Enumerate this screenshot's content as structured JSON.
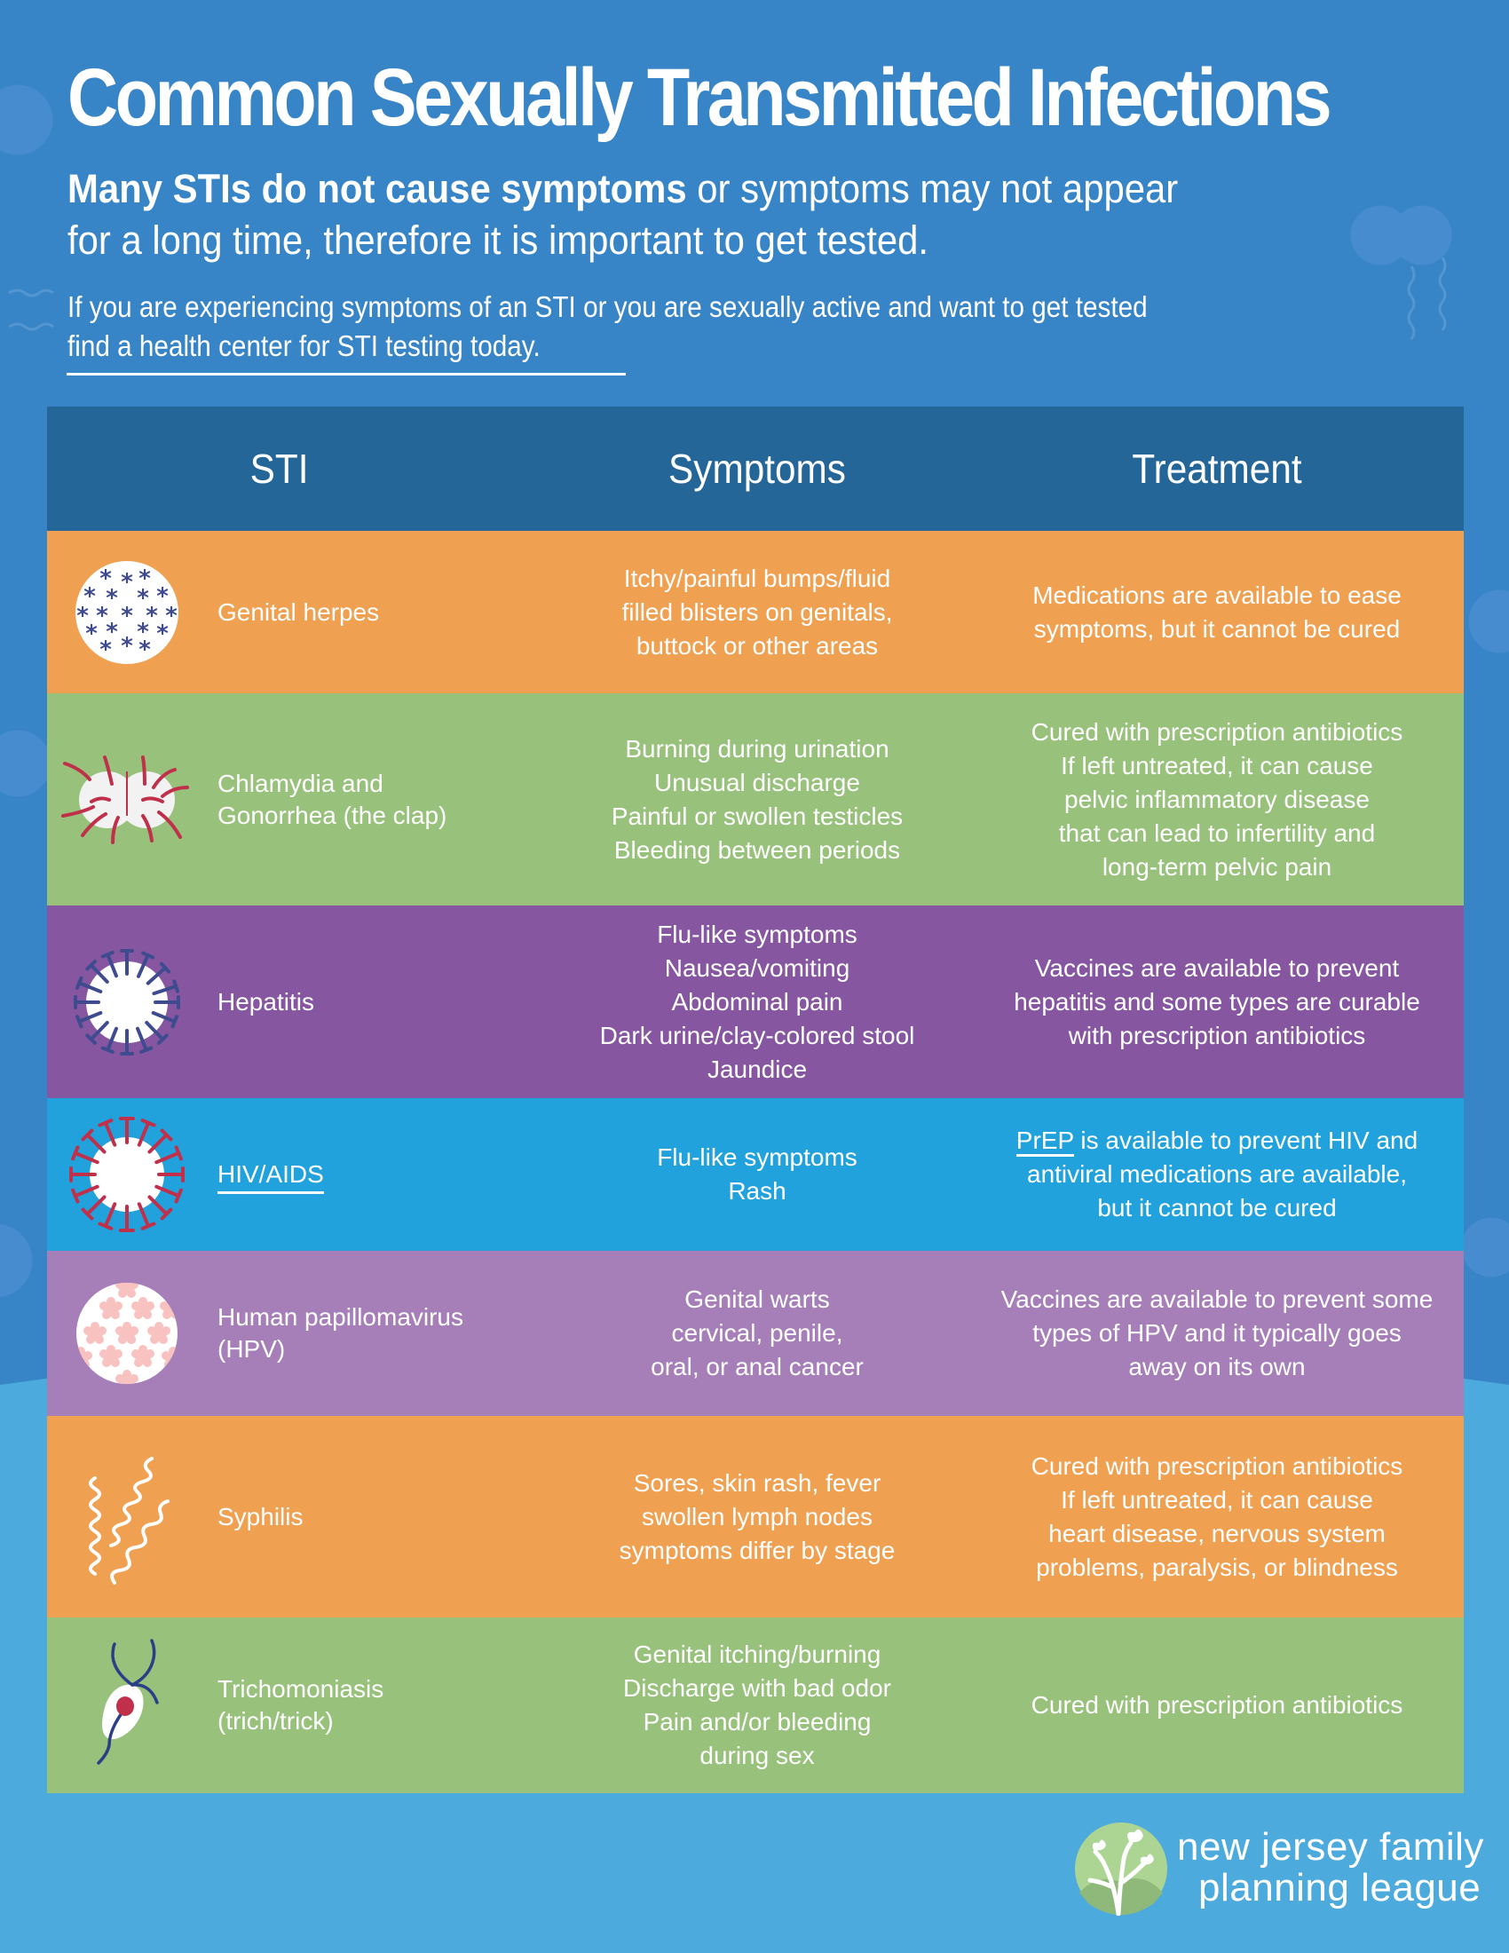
{
  "header": {
    "title": "Common Sexually Transmitted Infections",
    "subtitle_bold": "Many STIs do not cause symptoms",
    "subtitle_rest_line1": " or symptoms may not appear",
    "subtitle_line2": "for a long time, therefore it is important to get tested.",
    "intro_line1": "If you are experiencing symptoms of an STI or you are sexually active  and want to get tested",
    "intro_link": "find a health center for STI testing today."
  },
  "table": {
    "columns": [
      "STI",
      "Symptoms",
      "Treatment"
    ],
    "rows": [
      {
        "name": "Genital herpes",
        "icon": "herpes-virus-icon",
        "color": "#efa051",
        "symptoms": "Itchy/painful bumps/fluid\nfilled blisters on genitals,\nbuttock or other areas",
        "treatment": "Medications are available to ease\nsymptoms, but it cannot be cured"
      },
      {
        "name": "Chlamydia and\nGonorrhea (the clap)",
        "icon": "chlamydia-bacteria-icon",
        "color": "#98c17c",
        "symptoms": "Burning during urination\nUnusual discharge\nPainful or swollen testicles\nBleeding between periods",
        "treatment": "Cured with prescription antibiotics\nIf left untreated, it can cause\npelvic inflammatory disease\nthat can lead to infertility and\nlong-term pelvic pain"
      },
      {
        "name": "Hepatitis",
        "icon": "hepatitis-virus-icon",
        "color": "#8656a1",
        "symptoms": "Flu-like symptoms\nNausea/vomiting\nAbdominal pain\nDark urine/clay-colored stool\nJaundice",
        "treatment": "Vaccines are available to prevent\nhepatitis and some types are curable\nwith prescription antibiotics"
      },
      {
        "name": "HIV/AIDS",
        "icon": "hiv-virus-icon",
        "color": "#21a2dc",
        "symptoms": "Flu-like symptoms\nRash",
        "treatment_link": "PrEP",
        "treatment": " is available to prevent HIV and\nantiviral medications are available,\nbut it cannot be cured"
      },
      {
        "name": "Human papillomavirus\n(HPV)",
        "icon": "hpv-virus-icon",
        "color": "#a67fb8",
        "symptoms": "Genital warts\ncervical, penile,\noral, or anal cancer",
        "treatment": "Vaccines are available to prevent some\ntypes of HPV and it typically goes\naway on its own"
      },
      {
        "name": "Syphilis",
        "icon": "syphilis-spirochete-icon",
        "color": "#efa051",
        "symptoms": "Sores, skin rash, fever\nswollen lymph nodes\nsymptoms differ by stage",
        "treatment": "Cured with prescription antibiotics\nIf left untreated, it can cause\nheart disease, nervous system\nproblems, paralysis, or blindness"
      },
      {
        "name": "Trichomoniasis\n(trich/trick)",
        "icon": "trichomonas-parasite-icon",
        "color": "#98c17c",
        "symptoms": "Genital itching/burning\nDischarge with bad odor\nPain and/or bleeding\nduring sex",
        "treatment": "Cured with prescription antibiotics"
      }
    ]
  },
  "footer": {
    "logo_line1": "new jersey family",
    "logo_line2": "planning league"
  },
  "colors": {
    "background": "#3784c6",
    "background_light": "#4daadc",
    "header_row": "#246698",
    "orange": "#efa051",
    "green": "#98c17c",
    "purple": "#8656a1",
    "blue": "#21a2dc",
    "lavender": "#a67fb8",
    "icon_navy": "#3f4b8f",
    "icon_red": "#c0304a",
    "icon_pink": "#f7c2bf"
  }
}
